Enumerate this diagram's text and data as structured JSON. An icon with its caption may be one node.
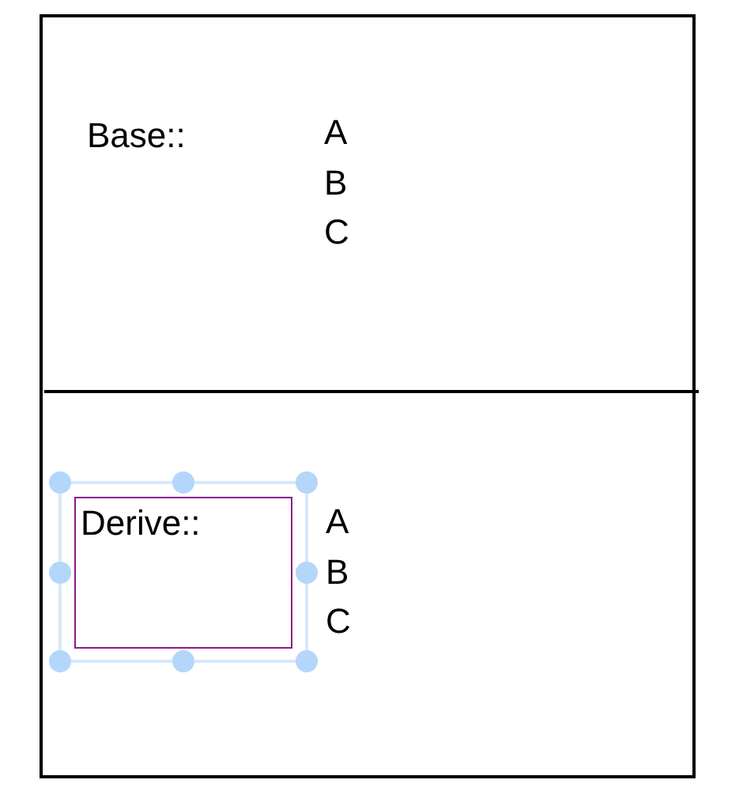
{
  "diagram": {
    "nodes": [
      {
        "text": [
          "Derive::"
        ]
      }
    ],
    "labels": [
      "Base::",
      "A",
      "B",
      "C",
      "A",
      "B",
      "C"
    ]
  }
}
